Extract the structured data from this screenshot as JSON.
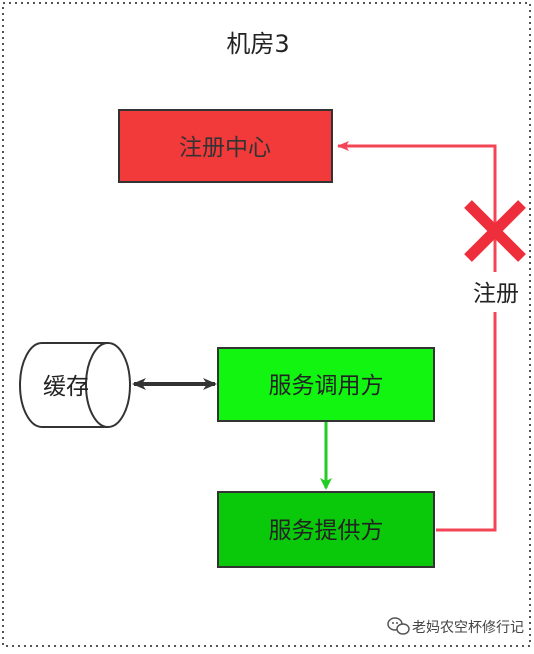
{
  "diagram": {
    "container_label": "机房3",
    "nodes": {
      "registry": {
        "label": "注册中心",
        "fill": "#f23a3a"
      },
      "consumer": {
        "label": "服务调用方",
        "fill": "#11f511"
      },
      "provider": {
        "label": "服务提供方",
        "fill": "#0ac80a"
      },
      "cache": {
        "label": "缓存",
        "fill": "#ffffff"
      }
    },
    "edges": {
      "register": {
        "label": "注册",
        "color": "#f44556",
        "status": "blocked"
      },
      "invoke": {
        "color": "#22cc22"
      },
      "cache_link": {
        "color": "#333333"
      }
    },
    "blocked_mark_color": "#ee2e3a"
  },
  "watermark": {
    "text": "老妈农空杯修行记"
  }
}
